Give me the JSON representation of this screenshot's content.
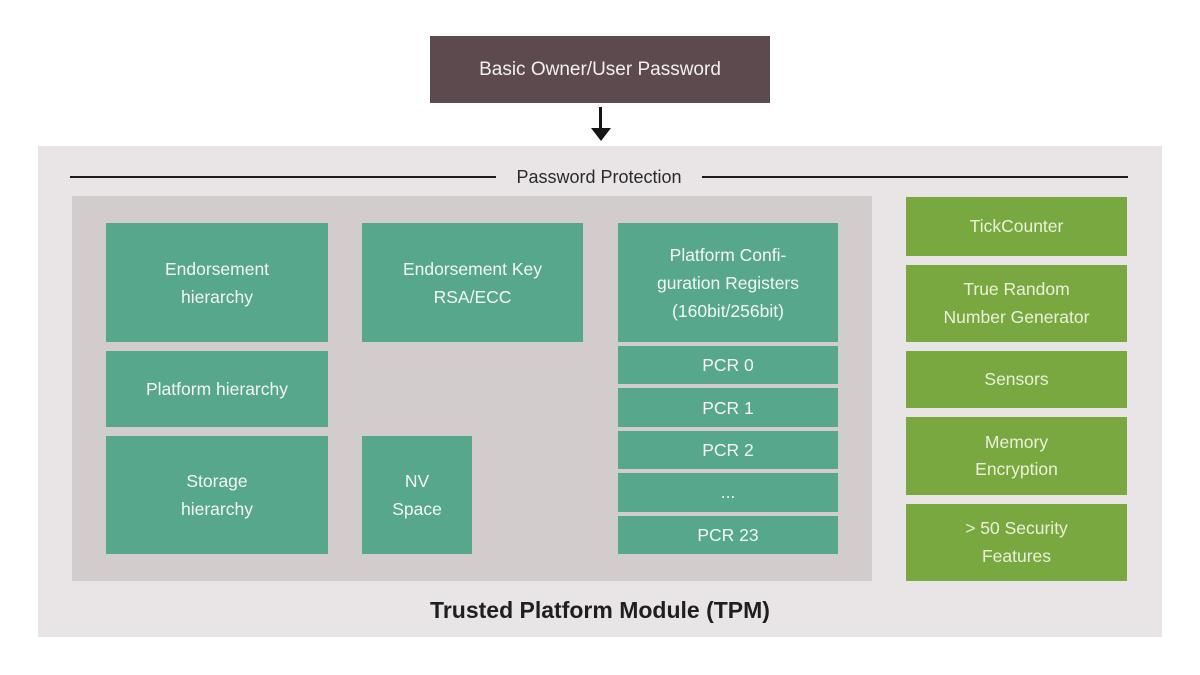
{
  "top_flow": {
    "password_box_label": "Basic Owner/User Password"
  },
  "tpm": {
    "header": "Password Protection",
    "caption": "Trusted Platform Module (TPM)",
    "hierarchy_boxes": {
      "endorsement_hierarchy": "Endorsement\nhierarchy",
      "endorsement_key": "Endorsement Key\nRSA/ECC",
      "platform_hierarchy": "Platform hierarchy",
      "storage_hierarchy": "Storage\nhierarchy",
      "nv_space": "NV\nSpace"
    },
    "pcr": {
      "header": "Platform Confi-\nguration Registers\n(160bit/256bit)",
      "rows": [
        "PCR 0",
        "PCR 1",
        "PCR 2",
        "...",
        "PCR 23"
      ]
    },
    "features": [
      "TickCounter",
      "True Random\nNumber Generator",
      "Sensors",
      "Memory\nEncryption",
      "> 50 Security\nFeatures"
    ]
  },
  "colors": {
    "dark": "#5d4a4e",
    "teal": "#57a78c",
    "green": "#7aa840",
    "outer_bg": "#e9e5e6",
    "inner_bg": "#d3cccd"
  }
}
